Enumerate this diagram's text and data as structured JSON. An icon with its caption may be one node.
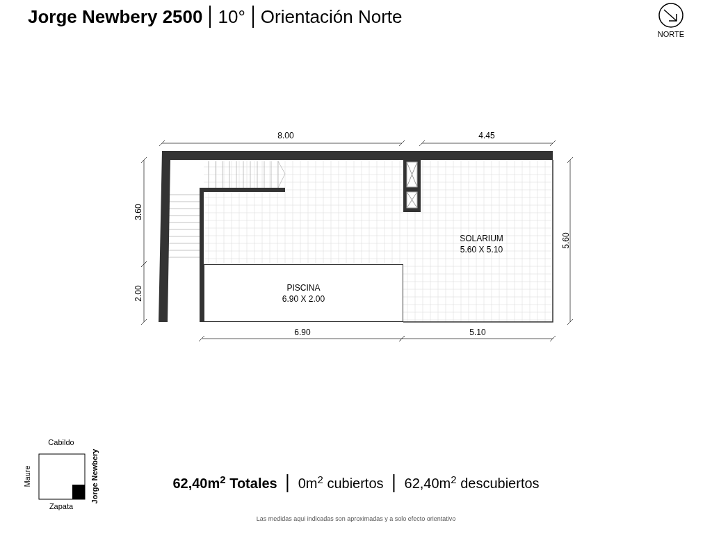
{
  "diagram": {
    "title": "Jorge Newbery 2500",
    "nodes": [
      {
        "text": [
          "PISCINA",
          "6.90 X 2.00"
        ]
      },
      {
        "text": [
          "SOLARIUM",
          "5.60 X 5.10"
        ]
      }
    ],
    "labels": [
      "10°",
      "Orientación Norte",
      "NORTE",
      "8.00",
      "4.45",
      "3.60",
      "5.60",
      "2.00",
      "6.90",
      "5.10",
      "Cabildo",
      "Maure",
      "Jorge Newbery",
      "Zapata",
      "62,40m$^{2}$ Totales",
      "0m$^{2}$ cubiertos",
      "62,40m$^{2}$ descubiertos",
      "Las medidas aqui indicadas son aproximadas y a solo efecto orientativo"
    ]
  }
}
